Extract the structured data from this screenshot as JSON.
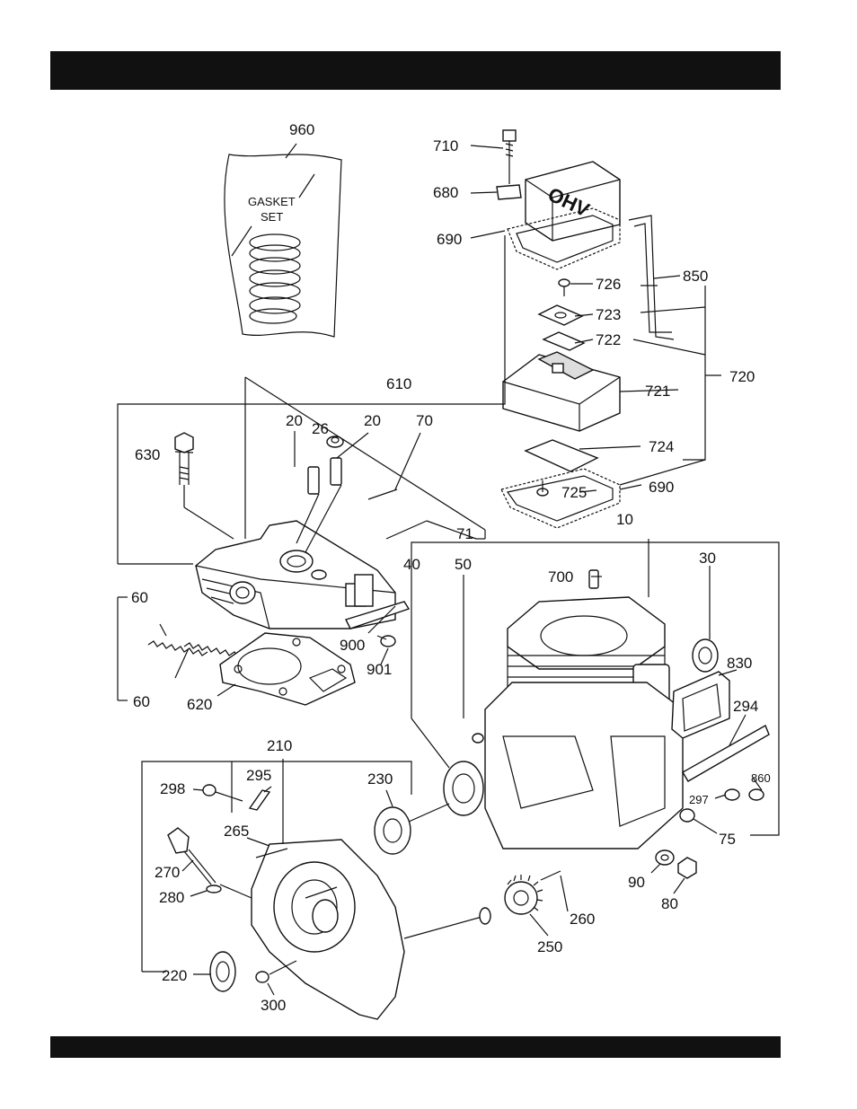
{
  "header": {
    "text": ""
  },
  "footer": {
    "text": ""
  },
  "gasket_set": {
    "line1": "GASKET",
    "line2": "SET"
  },
  "cover_text": "OHV",
  "labels": {
    "p960": "960",
    "p710": "710",
    "p680": "680",
    "p690a": "690",
    "p850": "850",
    "p726": "726",
    "p723": "723",
    "p722": "722",
    "p720": "720",
    "p721": "721",
    "p724": "724",
    "p725": "725",
    "p690b": "690",
    "p610": "610",
    "p20a": "20",
    "p26": "26",
    "p20b": "20",
    "p70": "70",
    "p630": "630",
    "p71": "71",
    "p10": "10",
    "p40": "40",
    "p50": "50",
    "p700": "700",
    "p30": "30",
    "p830": "830",
    "p294": "294",
    "p860": "860",
    "p297": "297",
    "p75": "75",
    "p60a": "60",
    "p60b": "60",
    "p900": "900",
    "p901": "901",
    "p620": "620",
    "p210": "210",
    "p298": "298",
    "p295": "295",
    "p230": "230",
    "p265": "265",
    "p270": "270",
    "p280": "280",
    "p90": "90",
    "p80": "80",
    "p260": "260",
    "p250": "250",
    "p220": "220",
    "p300": "300"
  }
}
